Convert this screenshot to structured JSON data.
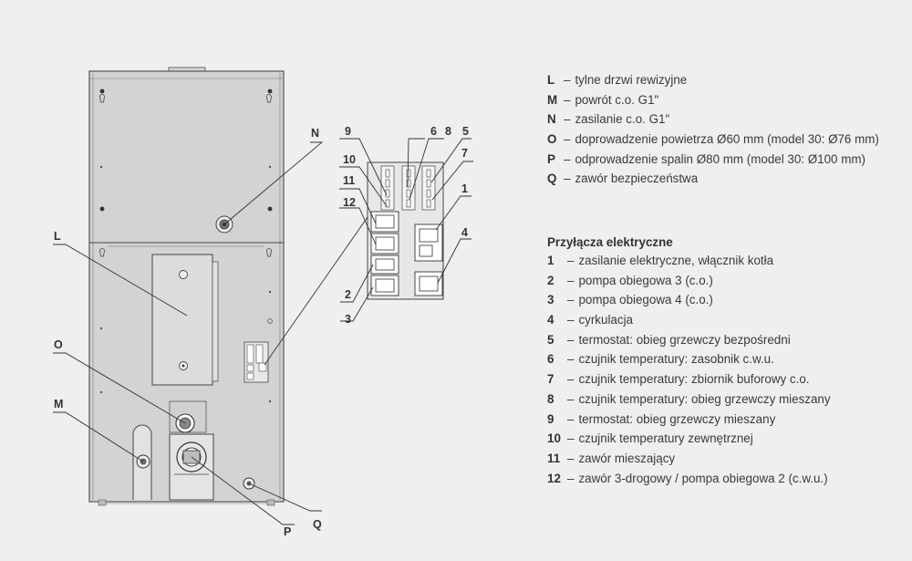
{
  "callouts": {
    "N": "N",
    "L": "L",
    "O": "O",
    "M": "M",
    "P": "P",
    "Q": "Q",
    "n9": "9",
    "n6": "6",
    "n8": "8",
    "n5": "5",
    "n7": "7",
    "n10": "10",
    "n11": "11",
    "n12": "12",
    "n1": "1",
    "n4": "4",
    "n2": "2",
    "n3": "3"
  },
  "legend_connections": [
    {
      "key": "L",
      "text": "tylne drzwi rewizyjne"
    },
    {
      "key": "M",
      "text": "powrót c.o. G1\""
    },
    {
      "key": "N",
      "text": "zasilanie c.o. G1\""
    },
    {
      "key": "O",
      "text": "doprowadzenie powietrza Ø60 mm (model 30: Ø76 mm)"
    },
    {
      "key": "P",
      "text": "odprowadzenie spalin Ø80 mm (model 30: Ø100 mm)"
    },
    {
      "key": "Q",
      "text": "zawór bezpieczeństwa"
    }
  ],
  "electrical_title": "Przyłącza elektryczne",
  "legend_electrical": [
    {
      "key": "1",
      "text": "zasilanie elektryczne, włącznik kotła"
    },
    {
      "key": "2",
      "text": "pompa obiegowa 3 (c.o.)"
    },
    {
      "key": "3",
      "text": "pompa obiegowa 4 (c.o.)"
    },
    {
      "key": "4",
      "text": "cyrkulacja"
    },
    {
      "key": "5",
      "text": "termostat: obieg grzewczy bezpośredni"
    },
    {
      "key": "6",
      "text": "czujnik temperatury: zasobnik c.w.u."
    },
    {
      "key": "7",
      "text": "czujnik temperatury: zbiornik buforowy c.o."
    },
    {
      "key": "8",
      "text": "czujnik temperatury: obieg grzewczy mieszany"
    },
    {
      "key": "9",
      "text": "termostat: obieg grzewczy mieszany"
    },
    {
      "key": "10",
      "text": "czujnik temperatury zewnętrznej"
    },
    {
      "key": "11",
      "text": "zawór mieszający"
    },
    {
      "key": "12",
      "text": "zawór 3-drogowy / pompa obiegowa 2 (c.w.u.)"
    }
  ]
}
